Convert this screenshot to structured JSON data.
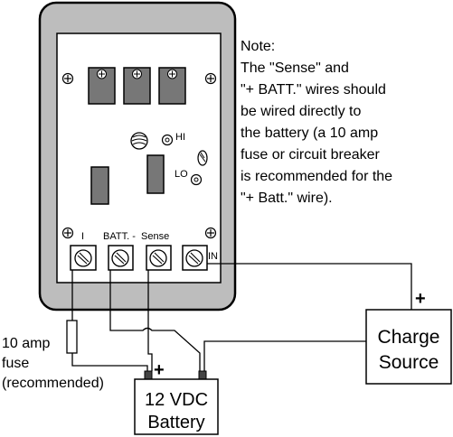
{
  "note": {
    "lines": [
      "Note:",
      "The \"Sense\" and",
      "\"+ BATT.\" wires should",
      "be wired directly to",
      "the battery (a 10 amp",
      "fuse or circuit breaker",
      "is recommended for the",
      "\"+ Batt.\" wire)."
    ]
  },
  "device": {
    "label_hi": "HI",
    "label_lo": "LO",
    "terminal_labels": {
      "plus": "I",
      "batt": "BATT. -",
      "sense": "Sense",
      "in": "IN"
    }
  },
  "fuse": {
    "lines": [
      "10 amp",
      "fuse",
      "(recommended)"
    ]
  },
  "battery": {
    "lines": [
      "12 VDC",
      "Battery"
    ],
    "plus_sign": "+"
  },
  "charge_source": {
    "lines": [
      "Charge",
      "Source"
    ],
    "plus_sign": "+"
  }
}
